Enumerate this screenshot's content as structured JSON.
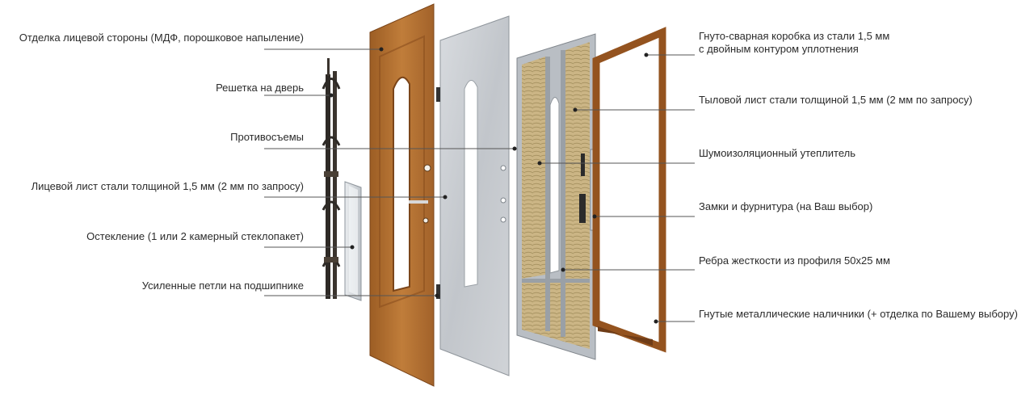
{
  "left_labels": [
    {
      "id": "finish",
      "text": "Отделка лицевой стороны (МДФ, порошковое напыление)"
    },
    {
      "id": "grate",
      "text": "Решетка на дверь"
    },
    {
      "id": "anti_removal",
      "text": "Противосъемы"
    },
    {
      "id": "front_sheet",
      "text": "Лицевой лист стали толщиной 1,5 мм (2 мм по запросу)"
    },
    {
      "id": "glazing",
      "text": "Остекление (1 или 2 камерный стеклопакет)"
    },
    {
      "id": "hinges",
      "text": "Усиленные петли на подшипнике"
    }
  ],
  "right_labels": [
    {
      "id": "frame",
      "lines": [
        "Гнуто-сварная коробка из стали 1,5 мм",
        "с двойным контуром уплотнения"
      ]
    },
    {
      "id": "back_sheet",
      "lines": [
        "Тыловой лист стали толщиной 1,5 мм (2 мм по запросу)"
      ]
    },
    {
      "id": "insulation",
      "lines": [
        "Шумоизоляционный утеплитель"
      ]
    },
    {
      "id": "locks",
      "lines": [
        "Замки и фурнитура (на Ваш выбор)"
      ]
    },
    {
      "id": "ribs",
      "lines": [
        "Ребра жесткости из профиля 50х25 мм"
      ]
    },
    {
      "id": "trims",
      "lines": [
        "Гнутые металлические наличники (+ отделка по Вашему выбору)"
      ]
    }
  ],
  "colors": {
    "wood": "#b4722f",
    "wood_dark": "#8a5220",
    "steel": "#c9cdd2",
    "steel_dark": "#9aa0a6",
    "insulation": "#cdb98a",
    "frame_wood": "#9a5a24",
    "text": "#2b2b2b",
    "line": "#555555"
  }
}
